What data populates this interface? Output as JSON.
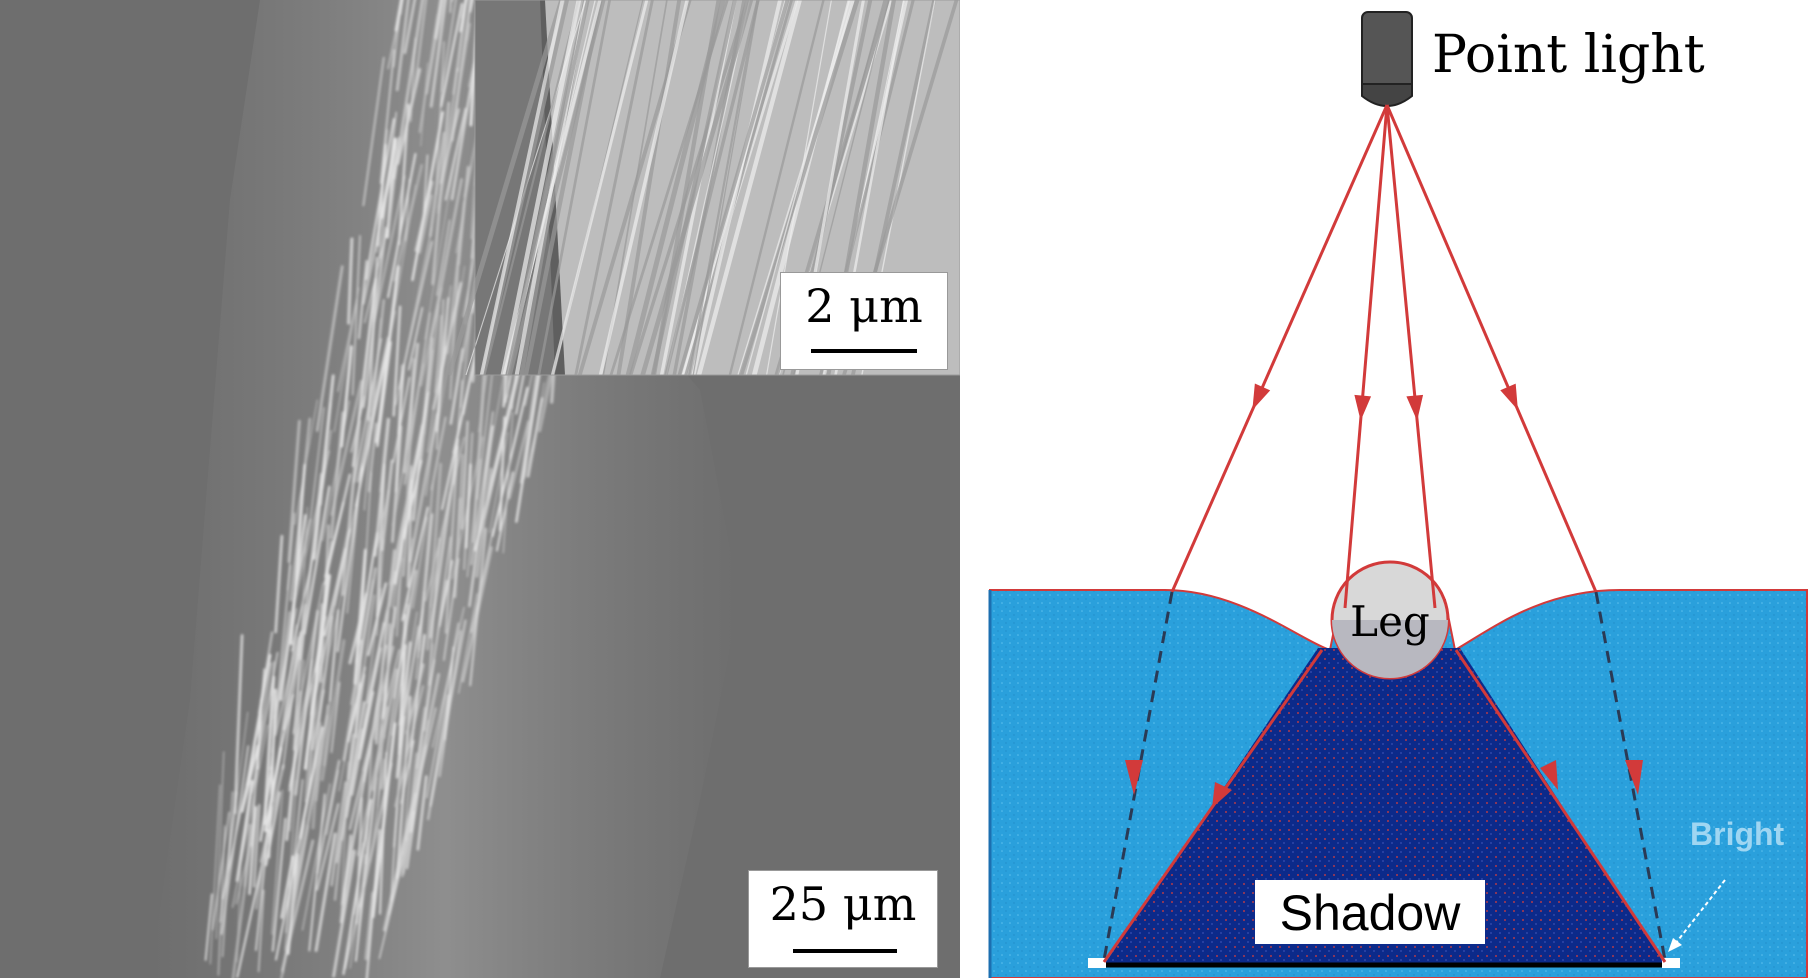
{
  "sem": {
    "main_scale": "25 μm",
    "inset_scale": "2 μm"
  },
  "diagram": {
    "light_label": "Point light",
    "leg_label": "Leg",
    "shadow_label": "Shadow",
    "bright_label": "Bright"
  },
  "colors": {
    "sem_background": "#6e6e6e",
    "hair": "#e6e6e6",
    "water_light": "#2aa0dc",
    "water_edge": "#1c6fb0",
    "shadow": "#0c2a8a",
    "ray": "#d23a3a",
    "leg": "#d8d8d8"
  }
}
